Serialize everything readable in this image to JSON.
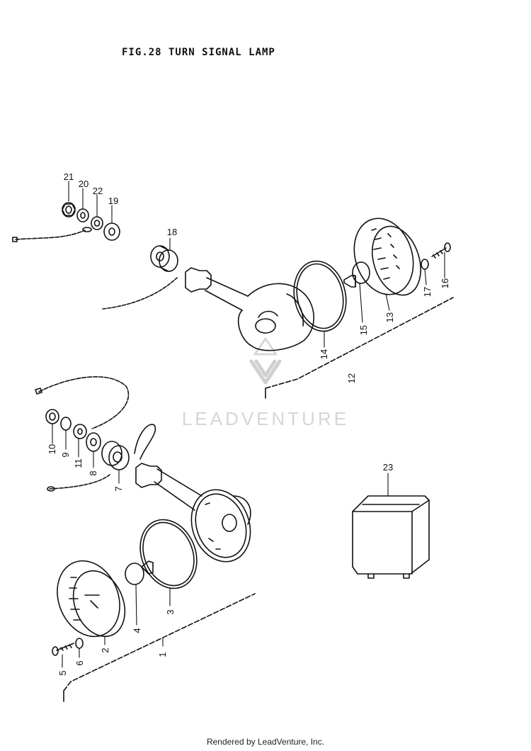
{
  "header": {
    "title": "FIG.28  TURN SIGNAL LAMP"
  },
  "watermark": {
    "text": "LEADVENTURE"
  },
  "footer": {
    "text": "Rendered by LeadVenture, Inc."
  },
  "callouts": {
    "c1": "1",
    "c2": "2",
    "c3": "3",
    "c4": "4",
    "c5": "5",
    "c6": "6",
    "c7": "7",
    "c8": "8",
    "c9": "9",
    "c10": "10",
    "c11": "11",
    "c12": "12",
    "c13": "13",
    "c14": "14",
    "c15": "15",
    "c16": "16",
    "c17": "17",
    "c18": "18",
    "c19": "19",
    "c20": "20",
    "c21": "21",
    "c22": "22",
    "c23": "23"
  },
  "colors": {
    "line": "#111111",
    "watermark": "#d6d6d6"
  }
}
